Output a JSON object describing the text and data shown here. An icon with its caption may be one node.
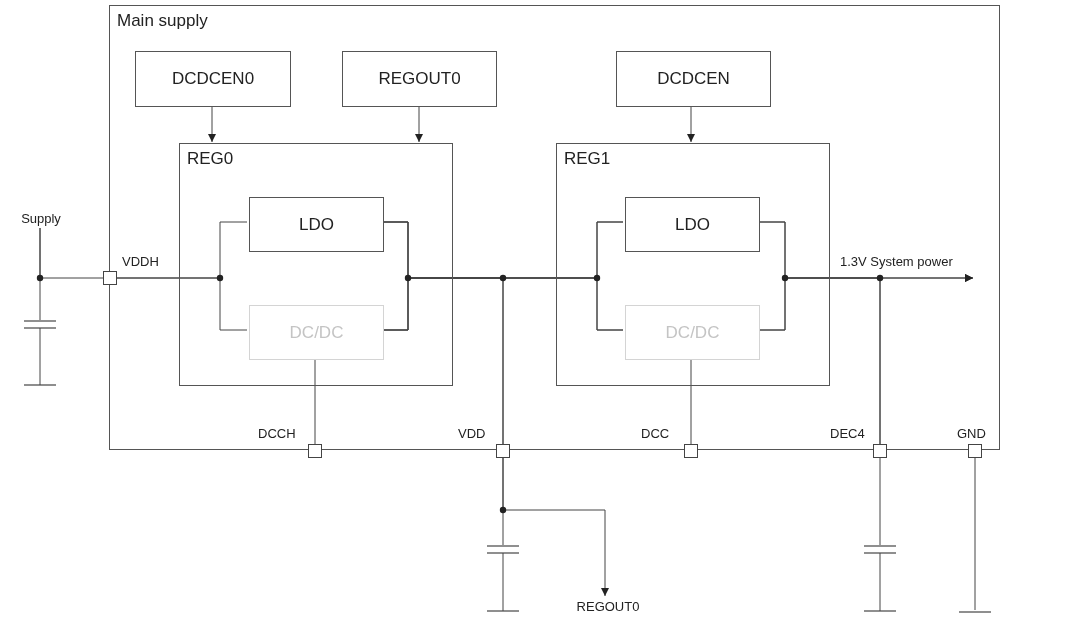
{
  "diagram": {
    "nodes": [
      {
        "text": [
          "Main supply"
        ]
      },
      {
        "text": [
          "DCDCEN0"
        ],
        "in": 0
      },
      {
        "text": [
          "REGOUT0"
        ],
        "in": 0
      },
      {
        "text": [
          "DCDCEN"
        ],
        "in": 0
      },
      {
        "text": [
          "REG0"
        ],
        "in": 0
      },
      {
        "text": [
          "LDO"
        ],
        "in": 4
      },
      {
        "text": [
          "DC/DC"
        ],
        "in": 4
      },
      {
        "text": [
          "REG1"
        ],
        "in": 0
      },
      {
        "text": [
          "LDO"
        ],
        "in": 7
      },
      {
        "text": [
          "DC/DC"
        ],
        "in": 7
      },
      {
        "text": [],
        "shape": "box",
        "beside": [
          "VDDH"
        ]
      },
      {
        "text": [],
        "shape": "box",
        "beside": [
          "DCCH"
        ]
      },
      {
        "text": [],
        "shape": "box",
        "beside": [
          "VDD"
        ]
      },
      {
        "text": [],
        "shape": "box",
        "beside": [
          "DCC"
        ]
      },
      {
        "text": [],
        "shape": "box",
        "beside": [
          "DEC4"
        ]
      },
      {
        "text": [],
        "shape": "box",
        "beside": [
          "GND"
        ]
      },
      {
        "text": [
          "Supply"
        ]
      },
      {
        "text": [],
        "shape": "capacitor"
      },
      {
        "text": [],
        "shape": "capacitor"
      },
      {
        "text": [],
        "shape": "capacitor"
      },
      {
        "text": [
          "REGOUT0"
        ]
      },
      {
        "text": [],
        "shape": "bar"
      }
    ],
    "edges": [
      {
        "from": 1,
        "to": 4,
        "arrow": "to"
      },
      {
        "from": 2,
        "to": 4,
        "arrow": "to"
      },
      {
        "from": 3,
        "to": 7,
        "arrow": "to"
      },
      {
        "from": 16,
        "to": 10,
        "arrow": "none"
      },
      {
        "from": 16,
        "to": 17,
        "arrow": "none"
      },
      {
        "from": 10,
        "to": 5,
        "arrow": "none"
      },
      {
        "from": 10,
        "to": 6,
        "arrow": "none"
      },
      {
        "from": 5,
        "to": 8,
        "arrow": "none"
      },
      {
        "from": 5,
        "to": 9,
        "arrow": "none"
      },
      {
        "from": 6,
        "to": 8,
        "arrow": "none"
      },
      {
        "from": 6,
        "to": 9,
        "arrow": "none"
      },
      {
        "from": 5,
        "to": 12,
        "arrow": "none"
      },
      {
        "from": 6,
        "to": 12,
        "arrow": "none"
      },
      {
        "from": 6,
        "to": 11,
        "arrow": "none"
      },
      {
        "from": 9,
        "to": 13,
        "arrow": "none"
      },
      {
        "from": 8,
        "to": null,
        "arrow": "to",
        "label": "1.3V System power"
      },
      {
        "from": 9,
        "to": null,
        "arrow": "to"
      },
      {
        "from": 8,
        "to": 14,
        "arrow": "none"
      },
      {
        "from": 9,
        "to": 14,
        "arrow": "none"
      },
      {
        "from": 12,
        "to": 18,
        "arrow": "none"
      },
      {
        "from": 12,
        "to": 20,
        "arrow": "to"
      },
      {
        "from": 14,
        "to": 19,
        "arrow": "none"
      },
      {
        "from": 15,
        "to": 21,
        "arrow": "none"
      }
    ]
  }
}
